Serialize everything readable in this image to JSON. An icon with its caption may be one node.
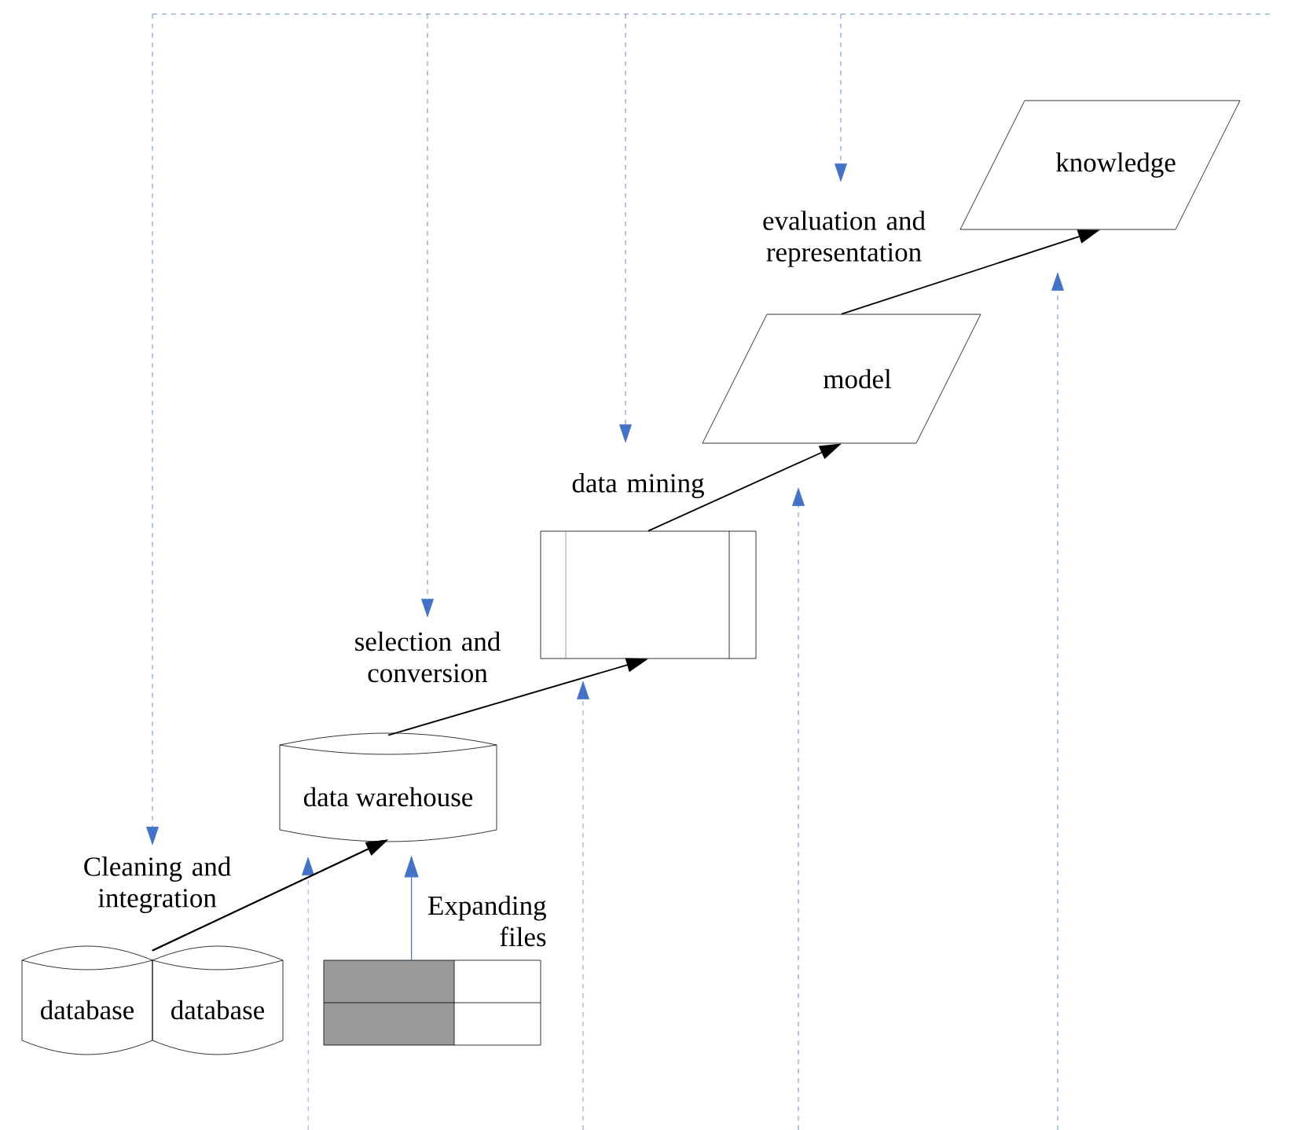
{
  "diagram": {
    "nodes": [
      {
        "text": [
          "database"
        ]
      },
      {
        "text": [
          "database"
        ]
      },
      {
        "text": [
          "data warehouse"
        ]
      },
      {
        "text": [],
        "shape": "box"
      },
      {
        "text": [
          "model"
        ]
      },
      {
        "text": [
          "knowledge"
        ]
      },
      {
        "text": [],
        "shape": "table"
      }
    ],
    "edges": [
      {
        "from": 0,
        "to": 2,
        "arrow": "to",
        "label": "Cleaning and integration"
      },
      {
        "from": 1,
        "to": 2,
        "arrow": "to"
      },
      {
        "from": 2,
        "to": 3,
        "arrow": "to",
        "label": "selection and conversion"
      },
      {
        "from": 3,
        "to": 4,
        "arrow": "to",
        "label": "data mining"
      },
      {
        "from": 4,
        "to": 5,
        "arrow": "to",
        "label": "evaluation and representation"
      },
      {
        "from": 6,
        "to": 2,
        "arrow": "to",
        "label": "Expanding files",
        "color": "#4472c4"
      }
    ]
  }
}
